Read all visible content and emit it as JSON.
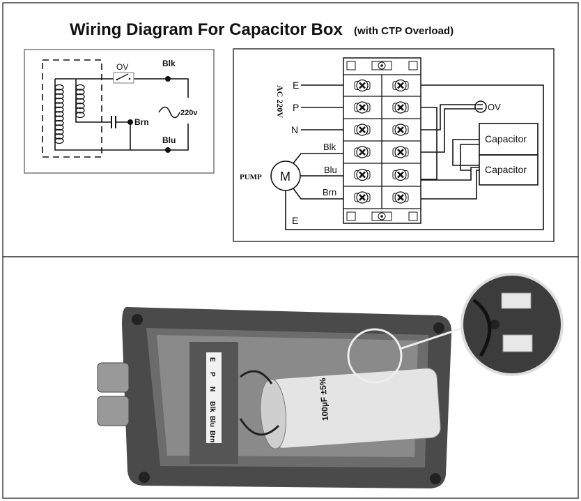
{
  "title": {
    "main": "Wiring Diagram For Capacitor Box",
    "sub": "(with CTP Overload)"
  },
  "schematic": {
    "overload_label": "OV",
    "black_label": "Blk",
    "blue_label": "Blu",
    "brown_label": "Brn",
    "voltage_label": "220v"
  },
  "terminal_diagram": {
    "supply_label": "AC  220V",
    "inputs": [
      "E",
      "P",
      "N"
    ],
    "motor_wires": [
      "Blk",
      "Blu",
      "Brn"
    ],
    "motor_symbol": "M",
    "pump_label": "PUMP",
    "earth_label": "E",
    "overload_label": "OV",
    "capacitors": [
      "Capacitor",
      "Capacitor"
    ]
  },
  "photo": {
    "terminal_labels": [
      "E",
      "P",
      "N",
      "Blk",
      "Blu",
      "Brn"
    ],
    "capacitor_text": "100µF ±5%"
  },
  "colors": {
    "line": "#111111",
    "border": "#444444",
    "photo_dark": "#3a3a3a"
  }
}
